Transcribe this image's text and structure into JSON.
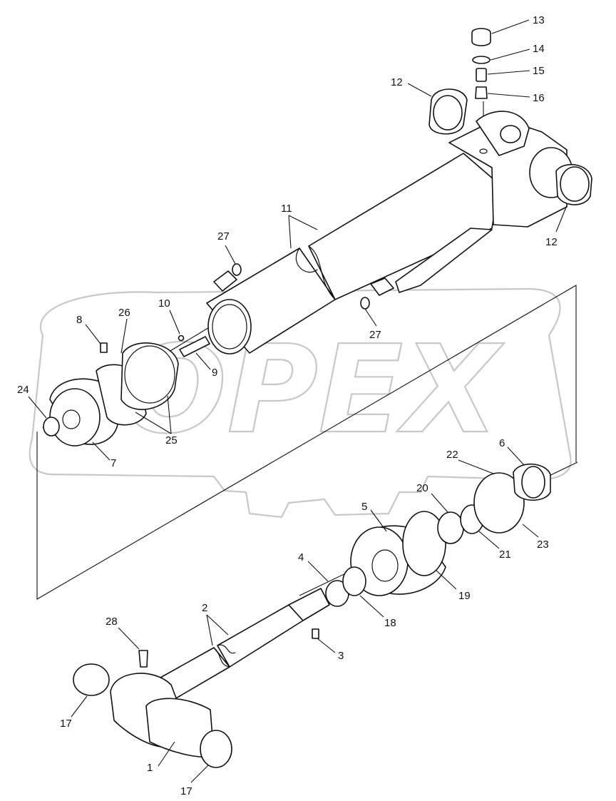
{
  "watermark": {
    "text": "OPEX"
  },
  "callouts": {
    "c1": "1",
    "c2": "2",
    "c3": "3",
    "c4": "4",
    "c5": "5",
    "c6": "6",
    "c7": "7",
    "c8": "8",
    "c9": "9",
    "c10": "10",
    "c11": "11",
    "c12a": "12",
    "c12b": "12",
    "c13": "13",
    "c14": "14",
    "c15": "15",
    "c16": "16",
    "c17a": "17",
    "c17b": "17",
    "c18": "18",
    "c19": "19",
    "c20": "20",
    "c21": "21",
    "c22": "22",
    "c23": "23",
    "c24": "24",
    "c25": "25",
    "c26": "26",
    "c27a": "27",
    "c27b": "27",
    "c28": "28"
  },
  "colors": {
    "line": "#111111",
    "watermark": "#c8c8c8",
    "background": "#ffffff"
  }
}
